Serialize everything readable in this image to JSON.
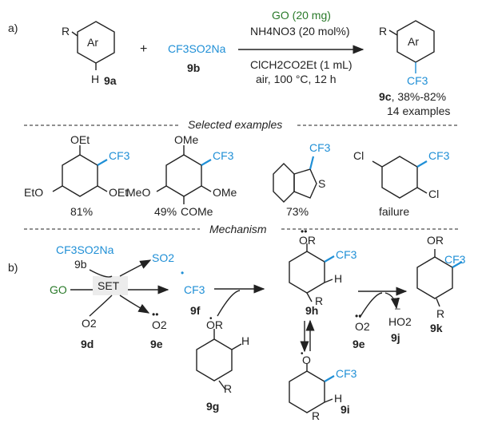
{
  "part_a": {
    "label": "a)",
    "substrate_r": "R",
    "substrate_ar": "Ar",
    "substrate_h": "H",
    "substrate_id": "9a",
    "plus": "+",
    "reagent": "CF3SO2Na",
    "reagent_id": "9b",
    "cond_go": "GO (20 mg)",
    "cond_nh4no3": "NH4NO3 (20 mol%)",
    "cond_solvent": "ClCH2CO2Et (1 mL)",
    "cond_air": "air, 100 °C, 12 h",
    "product_r": "R",
    "product_ar": "Ar",
    "product_cf3": "CF3",
    "product_id": "9c",
    "product_yield": ", 38%-82%",
    "product_examples": "14 examples"
  },
  "selected_examples": {
    "header": "Selected examples",
    "examples": [
      {
        "substituents": [
          "OEt",
          "CF3",
          "EtO",
          "OEt"
        ],
        "result": "81%"
      },
      {
        "substituents": [
          "OMe",
          "CF3",
          "MeO",
          "OMe",
          "COMe"
        ],
        "result": "49%"
      },
      {
        "substituents": [
          "CF3",
          "S"
        ],
        "result": "73%"
      },
      {
        "substituents": [
          "Cl",
          "CF3",
          "Cl"
        ],
        "result": "failure"
      }
    ]
  },
  "mechanism": {
    "header": "Mechanism",
    "label": "b)",
    "reagent": "CF3SO2Na",
    "reagent_id": "9b",
    "go": "GO",
    "set": "SET",
    "so2": "SO2",
    "o2": "O2",
    "o2_id": "9d",
    "superoxide": "O2",
    "superoxide_id": "9e",
    "cf3_radical": "CF3",
    "cf3_radical_id": "9f",
    "phenol_or": "OR",
    "phenol_h": "H",
    "phenol_r": "R",
    "phenol_id": "9g",
    "adduct_or": "OR",
    "adduct_cf3": "CF3",
    "adduct_h": "H",
    "adduct_r": "R",
    "adduct_id": "9h",
    "enone_o": "O",
    "enone_cf3": "CF3",
    "enone_h": "H",
    "enone_r": "R",
    "enone_id": "9i",
    "superoxide2": "O2",
    "superoxide2_id": "9e",
    "ho2": "HO2",
    "ho2_id": "9j",
    "product_or": "OR",
    "product_cf3": "CF3",
    "product_r": "R",
    "product_id": "9k"
  },
  "colors": {
    "accent_blue": "#1f8fd6",
    "go_green": "#2a7a2a",
    "ink": "#222222"
  }
}
